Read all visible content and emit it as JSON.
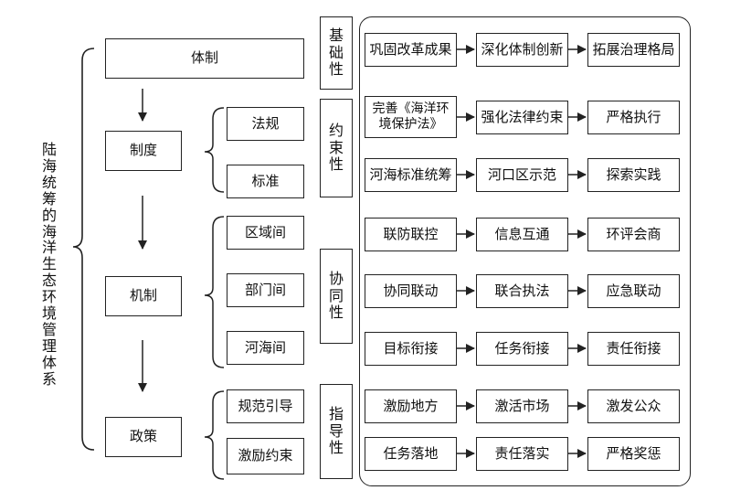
{
  "system_title": "陆海统筹的海洋生态环境管理体系",
  "levels": {
    "tizhi": "体制",
    "zhidu": "制度",
    "jizhi": "机制",
    "zhengce": "政策"
  },
  "subitems": {
    "fagui": "法规",
    "biaozhun": "标准",
    "quyujian": "区域间",
    "bumenjian": "部门间",
    "hehaijian": "河海间",
    "guifan_yindao": "规范引导",
    "jili_yueshu": "激励约束"
  },
  "categories": {
    "jichu": "基础性",
    "yueshu": "约束性",
    "xietong": "协同性",
    "zhidao": "指导性"
  },
  "rows": [
    [
      "巩固改革成果",
      "深化体制创新",
      "拓展治理格局"
    ],
    [
      "完善《海洋环境保护法》",
      "强化法律约束",
      "严格执行"
    ],
    [
      "河海标准统筹",
      "河口区示范",
      "探索实践"
    ],
    [
      "联防联控",
      "信息互通",
      "环评会商"
    ],
    [
      "协同联动",
      "联合执法",
      "应急联动"
    ],
    [
      "目标衔接",
      "任务衔接",
      "责任衔接"
    ],
    [
      "激励地方",
      "激活市场",
      "激发公众"
    ],
    [
      "任务落地",
      "责任落实",
      "严格奖惩"
    ]
  ]
}
